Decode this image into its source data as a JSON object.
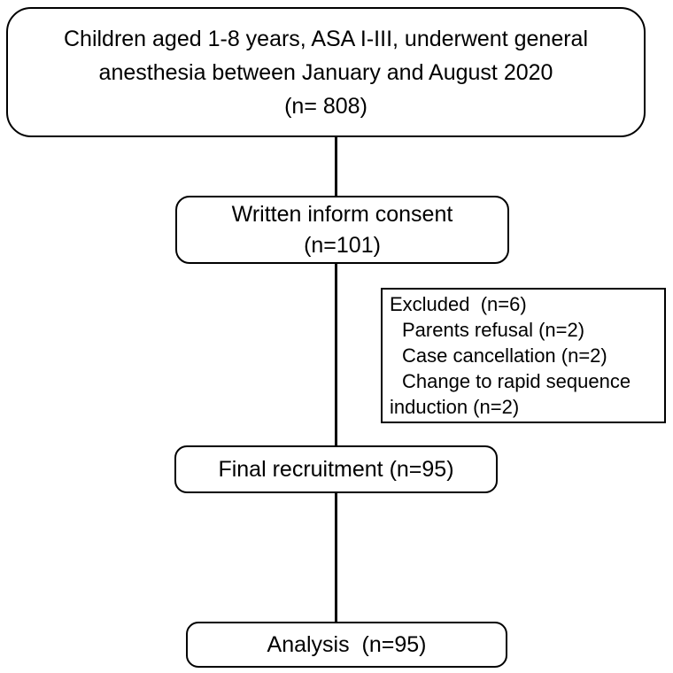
{
  "diagram_type": "participant-flow-diagram",
  "colors": {
    "background": "#ffffff",
    "border": "#000000",
    "text": "#000000"
  },
  "boxes": {
    "population": {
      "line1": "Children aged 1-8 years, ASA I-III, underwent general",
      "line2": "anesthesia between January and August 2020",
      "line3": "(n= 808)",
      "n": 808
    },
    "consent": {
      "line1": "Written inform consent",
      "line2": "(n=101)",
      "n": 101
    },
    "excluded": {
      "line1": "Excluded  (n=6)",
      "line2": "Parents refusal (n=2)",
      "line3": "Case cancellation (n=2)",
      "line4": "Change to rapid sequence",
      "line5": "induction (n=2)",
      "n": 6
    },
    "final": {
      "label": "Final recruitment (n=95)",
      "n": 95
    },
    "analysis": {
      "label": "Analysis  (n=95)",
      "n": 95
    }
  }
}
